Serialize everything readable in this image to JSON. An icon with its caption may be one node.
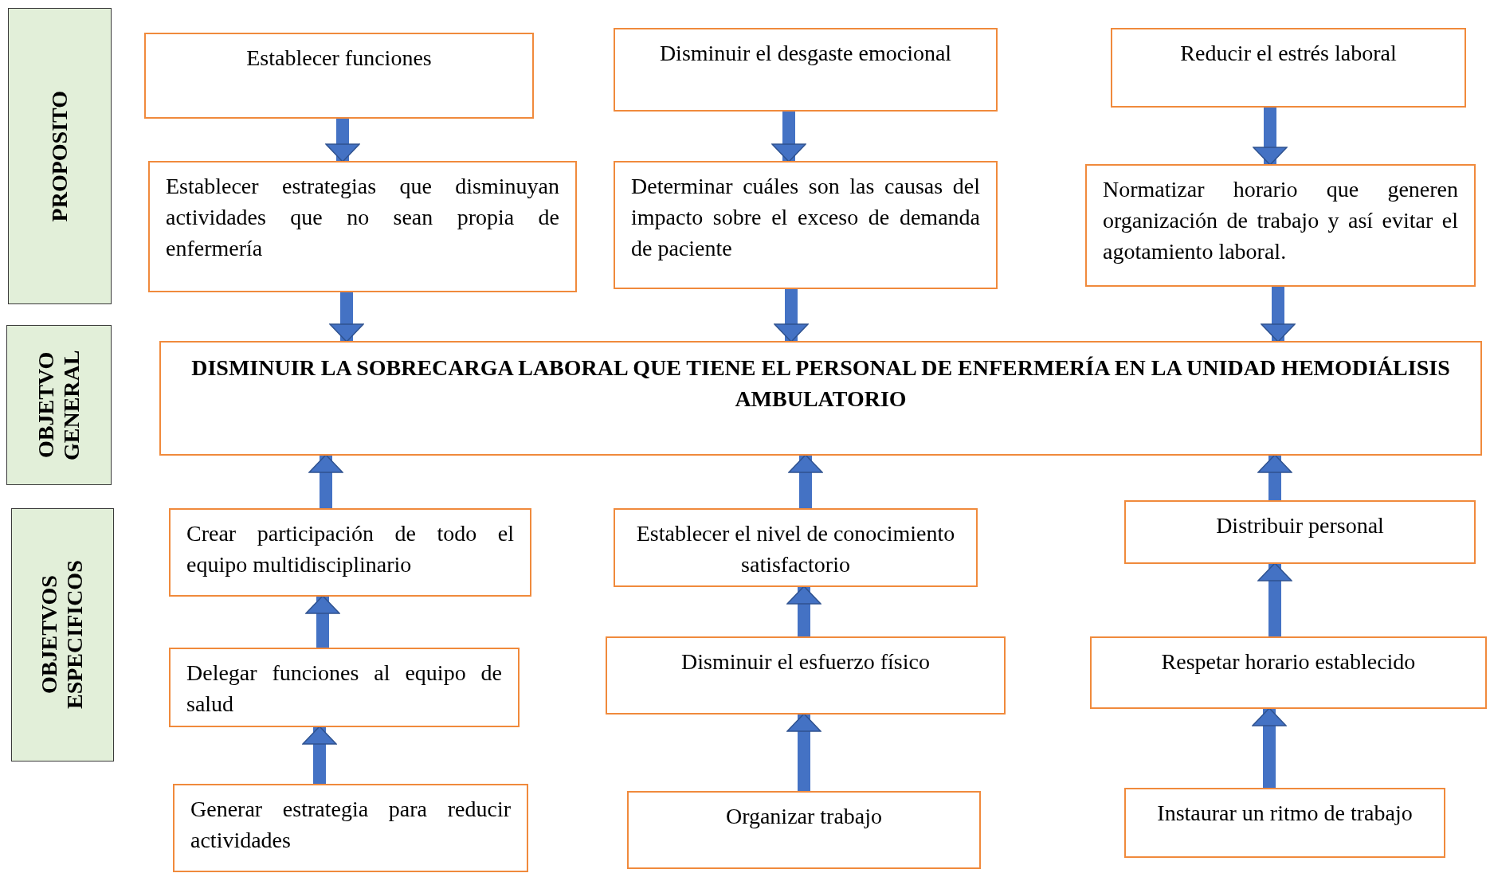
{
  "diagram": {
    "nodes": [
      {
        "text": [
          "PROPOSITO"
        ]
      },
      {
        "text": [
          "OBJETVO GENERAL"
        ]
      },
      {
        "text": [
          "OBJETVOS ESPECIFICOS"
        ]
      },
      {
        "text": [
          "Establecer funciones"
        ]
      },
      {
        "text": [
          "Disminuir el desgaste emocional"
        ]
      },
      {
        "text": [
          "Reducir el estrés laboral"
        ]
      },
      {
        "text": [
          "Establecer estrategias que disminuyan actividades que no sean propia de enfermería"
        ]
      },
      {
        "text": [
          "Determinar cuáles son las causas del impacto sobre el exceso de demanda de paciente"
        ]
      },
      {
        "text": [
          "Normatizar horario que generen organización de trabajo y así evitar el agotamiento laboral."
        ]
      },
      {
        "text": [
          "DISMINUIR LA SOBRECARGA LABORAL QUE TIENE EL PERSONAL DE ENFERMERÍA EN LA UNIDAD HEMODIÁLISIS AMBULATORIO"
        ]
      },
      {
        "text": [
          "Crear participación de todo el equipo multidisciplinario"
        ]
      },
      {
        "text": [
          "Establecer el nivel de conocimiento satisfactorio"
        ]
      },
      {
        "text": [
          "Distribuir personal"
        ]
      },
      {
        "text": [
          "Delegar funciones al equipo de salud"
        ]
      },
      {
        "text": [
          "Disminuir el esfuerzo físico"
        ]
      },
      {
        "text": [
          "Respetar horario establecido"
        ]
      },
      {
        "text": [
          "Generar estrategia para reducir actividades"
        ]
      },
      {
        "text": [
          "Organizar trabajo"
        ]
      },
      {
        "text": [
          "Instaurar un ritmo de trabajo"
        ]
      }
    ],
    "edges": [
      {
        "from": 3,
        "to": 6,
        "arrow": "to"
      },
      {
        "from": 4,
        "to": 7,
        "arrow": "to"
      },
      {
        "from": 5,
        "to": 8,
        "arrow": "to"
      },
      {
        "from": 6,
        "to": 9,
        "arrow": "to"
      },
      {
        "from": 7,
        "to": 9,
        "arrow": "to"
      },
      {
        "from": 8,
        "to": 9,
        "arrow": "to"
      },
      {
        "from": 10,
        "to": 9,
        "arrow": "to"
      },
      {
        "from": 11,
        "to": 9,
        "arrow": "to"
      },
      {
        "from": 12,
        "to": 9,
        "arrow": "to"
      },
      {
        "from": 13,
        "to": 10,
        "arrow": "to"
      },
      {
        "from": 14,
        "to": 11,
        "arrow": "to"
      },
      {
        "from": 15,
        "to": 12,
        "arrow": "to"
      },
      {
        "from": 16,
        "to": 13,
        "arrow": "to"
      },
      {
        "from": 17,
        "to": 14,
        "arrow": "to"
      },
      {
        "from": 18,
        "to": 15,
        "arrow": "to"
      }
    ]
  }
}
